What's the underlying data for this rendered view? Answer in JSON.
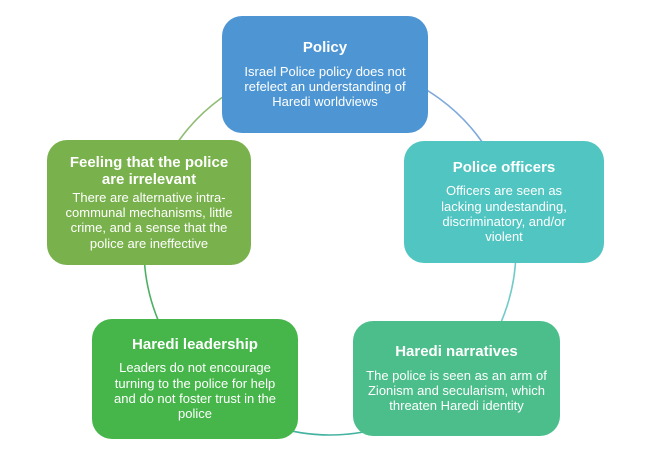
{
  "diagram": {
    "type": "cycle",
    "background_color": "#ffffff",
    "text_color": "#ffffff",
    "nodes": [
      {
        "id": "policy",
        "title": "Policy",
        "body": "Israel Police policy does not refelect an understanding of Haredi worldviews",
        "color": "#4E96D3"
      },
      {
        "id": "police-officers",
        "title": "Police officers",
        "body": "Officers are seen as lacking undestanding, discriminatory, and/or violent",
        "color": "#50C5C1"
      },
      {
        "id": "haredi-narratives",
        "title": "Haredi narratives",
        "body": "The police is seen as an arm of Zionism and secularism, which threaten Haredi identity",
        "color": "#4CBE8B"
      },
      {
        "id": "haredi-leadership",
        "title": "Haredi leadership",
        "body": "Leaders do not encourage turning to the police for help and do not foster trust in the police",
        "color": "#46B64A"
      },
      {
        "id": "feeling-irrelevant",
        "title": "Feeling that the police are irrelevant",
        "body": "There are alternative intra-communal mechanisms, little crime, and a sense that the police are ineffective",
        "color": "#79B14C"
      }
    ],
    "connectors": {
      "top_to_right": "#7FA9DC",
      "right_to_bottom_right": "#72CBC8",
      "bottom_right_to_bottom_left": "#44B3A0",
      "bottom_left_to_left": "#4FAF63",
      "left_to_top": "#8FBC74"
    }
  }
}
